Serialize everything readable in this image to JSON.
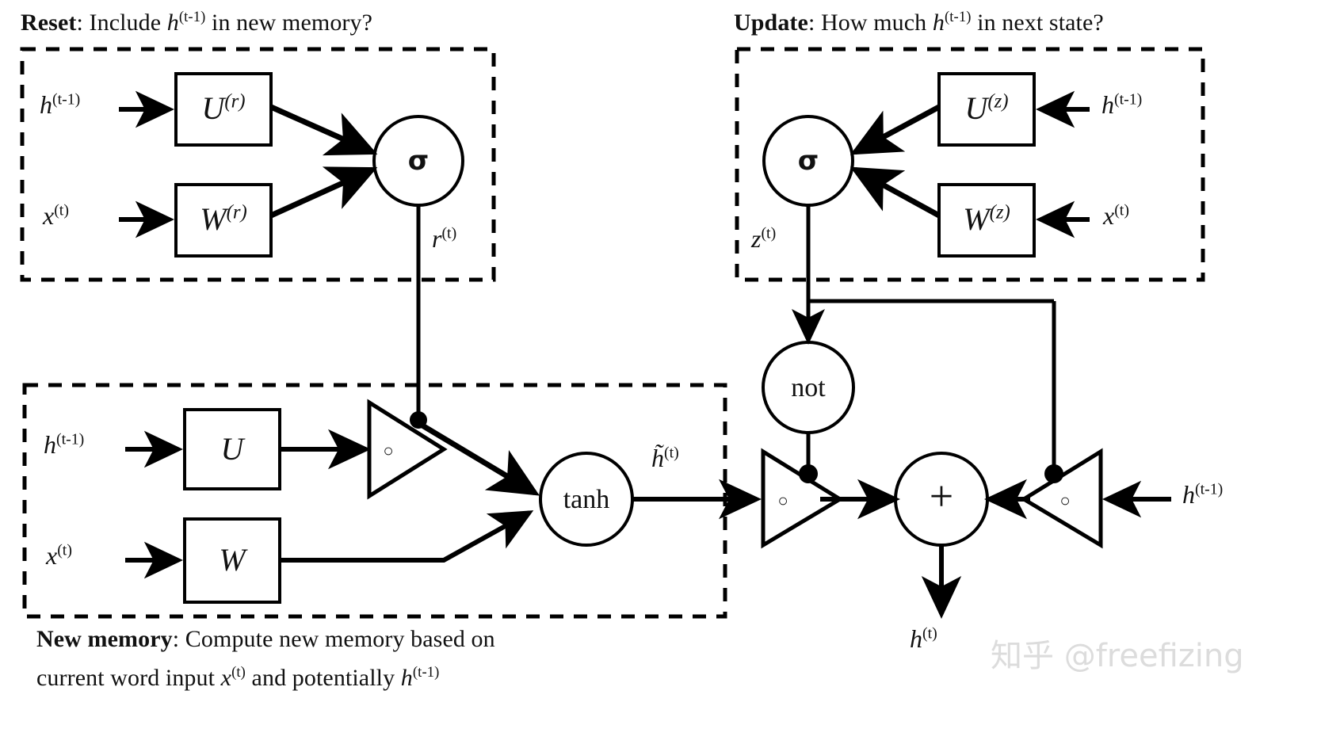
{
  "figure": {
    "title": "GRU (Gated Recurrent Unit) cell block diagram",
    "background": "#ffffff",
    "ink": "#000000"
  },
  "captions": {
    "reset": {
      "bold": "Reset",
      "rest": ": Include ",
      "var": "h",
      "sup": "(t-1)",
      "tail": " in new memory?"
    },
    "update": {
      "bold": "Update",
      "rest": ": How much ",
      "var": "h",
      "sup": "(t-1)",
      "tail": " in next state?"
    },
    "new_memory_line1": {
      "bold": "New memory",
      "rest": ": Compute new memory based on"
    },
    "new_memory_line2": {
      "lead": "current word input ",
      "var1": "x",
      "sup1": "(t)",
      "mid": " and potentially ",
      "var2": "h",
      "sup2": "(t-1)"
    }
  },
  "reset_gate": {
    "inputs": [
      {
        "name": "h-prev-input",
        "var": "h",
        "sup": "(t-1)"
      },
      {
        "name": "x-input",
        "var": "x",
        "sup": "(t)"
      }
    ],
    "weights": [
      {
        "name": "U-r",
        "var": "U",
        "sup": "(r)"
      },
      {
        "name": "W-r",
        "var": "W",
        "sup": "(r)"
      }
    ],
    "activation": "σ",
    "output": {
      "var": "r",
      "sup": "(t)"
    }
  },
  "update_gate": {
    "inputs": [
      {
        "name": "h-prev-input",
        "var": "h",
        "sup": "(t-1)"
      },
      {
        "name": "x-input",
        "var": "x",
        "sup": "(t)"
      }
    ],
    "weights": [
      {
        "name": "U-z",
        "var": "U",
        "sup": "(z)"
      },
      {
        "name": "W-z",
        "var": "W",
        "sup": "(z)"
      }
    ],
    "activation": "σ",
    "output": {
      "var": "z",
      "sup": "(t)"
    }
  },
  "new_memory": {
    "inputs": [
      {
        "name": "h-prev-input",
        "var": "h",
        "sup": "(t-1)"
      },
      {
        "name": "x-input",
        "var": "x",
        "sup": "(t)"
      }
    ],
    "weights": [
      {
        "name": "U",
        "var": "U",
        "sup": ""
      },
      {
        "name": "W",
        "var": "W",
        "sup": ""
      }
    ],
    "hadamard": "○",
    "activation": "tanh",
    "output": {
      "var": "h̃",
      "sup": "(t)"
    }
  },
  "output_stage": {
    "not_gate": "not",
    "hadamard_left": "○",
    "hadamard_right": "○",
    "adder": "+",
    "right_input": {
      "var": "h",
      "sup": "(t-1)"
    },
    "final_output": {
      "var": "h",
      "sup": "(t)"
    }
  },
  "watermark": {
    "text": "知乎 @freefizing",
    "color": "#dcdcdc"
  }
}
